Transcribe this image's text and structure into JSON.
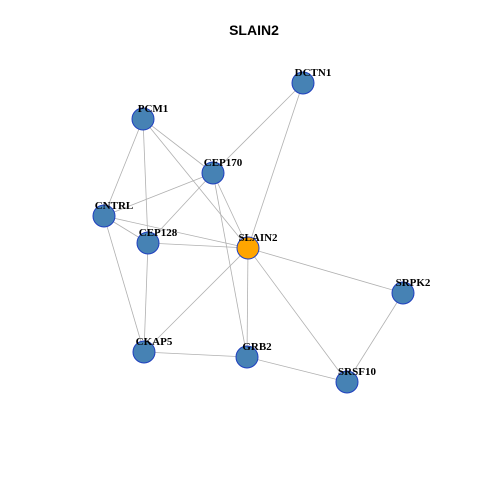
{
  "title": "SLAIN2",
  "colors": {
    "node_default": "#4682b4",
    "node_center": "#ffa500",
    "node_stroke": "#1f3fbf",
    "edge": "#b0b0b0"
  },
  "nodes": [
    {
      "id": "DCTN1",
      "label": "DCTN1",
      "center": false
    },
    {
      "id": "PCM1",
      "label": "PCM1",
      "center": false
    },
    {
      "id": "CEP170",
      "label": "CEP170",
      "center": false
    },
    {
      "id": "CNTRL",
      "label": "CNTRL",
      "center": false
    },
    {
      "id": "CEP128",
      "label": "CEP128",
      "center": false
    },
    {
      "id": "SLAIN2",
      "label": "SLAIN2",
      "center": true
    },
    {
      "id": "SRPK2",
      "label": "SRPK2",
      "center": false
    },
    {
      "id": "CKAP5",
      "label": "CKAP5",
      "center": false
    },
    {
      "id": "GRB2",
      "label": "GRB2",
      "center": false
    },
    {
      "id": "SRSF10",
      "label": "SRSF10",
      "center": false
    }
  ],
  "edges": [
    [
      "DCTN1",
      "SLAIN2"
    ],
    [
      "DCTN1",
      "CEP170"
    ],
    [
      "PCM1",
      "CNTRL"
    ],
    [
      "PCM1",
      "CEP128"
    ],
    [
      "PCM1",
      "CEP170"
    ],
    [
      "PCM1",
      "SLAIN2"
    ],
    [
      "CEP170",
      "CNTRL"
    ],
    [
      "CEP170",
      "CEP128"
    ],
    [
      "CEP170",
      "SLAIN2"
    ],
    [
      "CEP170",
      "GRB2"
    ],
    [
      "CNTRL",
      "CEP128"
    ],
    [
      "CNTRL",
      "SLAIN2"
    ],
    [
      "CNTRL",
      "CKAP5"
    ],
    [
      "CEP128",
      "SLAIN2"
    ],
    [
      "CEP128",
      "CKAP5"
    ],
    [
      "SLAIN2",
      "SRPK2"
    ],
    [
      "SLAIN2",
      "CKAP5"
    ],
    [
      "SLAIN2",
      "GRB2"
    ],
    [
      "SLAIN2",
      "SRSF10"
    ],
    [
      "SRPK2",
      "SRSF10"
    ],
    [
      "CKAP5",
      "GRB2"
    ],
    [
      "GRB2",
      "SRSF10"
    ]
  ]
}
